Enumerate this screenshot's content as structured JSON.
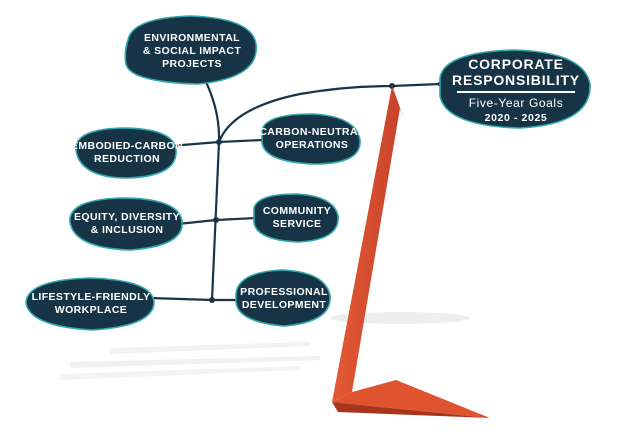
{
  "colors": {
    "bubble_fill": "#173447",
    "bubble_outline": "#2fa6ad",
    "branch_line": "#1b3346",
    "accent_red": "#d14b2b"
  },
  "hero": {
    "title_line1": "CORPORATE",
    "title_line2": "RESPONSIBILITY",
    "subtitle": "Five-Year Goals",
    "years": "2020 - 2025"
  },
  "goals": {
    "environmental": {
      "line1": "ENVIRONMENTAL",
      "line2": "& SOCIAL IMPACT",
      "line3": "PROJECTS"
    },
    "embodied_carbon": {
      "line1": "EMBODIED-CARBON",
      "line2": "REDUCTION"
    },
    "carbon_neutral": {
      "line1": "CARBON-NEUTRAL",
      "line2": "OPERATIONS"
    },
    "equity": {
      "line1": "EQUITY, DIVERSITY",
      "line2": "& INCLUSION"
    },
    "community": {
      "line1": "COMMUNITY",
      "line2": "SERVICE"
    },
    "lifestyle": {
      "line1": "LIFESTYLE-FRIENDLY",
      "line2": "WORKPLACE"
    },
    "professional": {
      "line1": "PROFESSIONAL",
      "line2": "DEVELOPMENT"
    }
  }
}
